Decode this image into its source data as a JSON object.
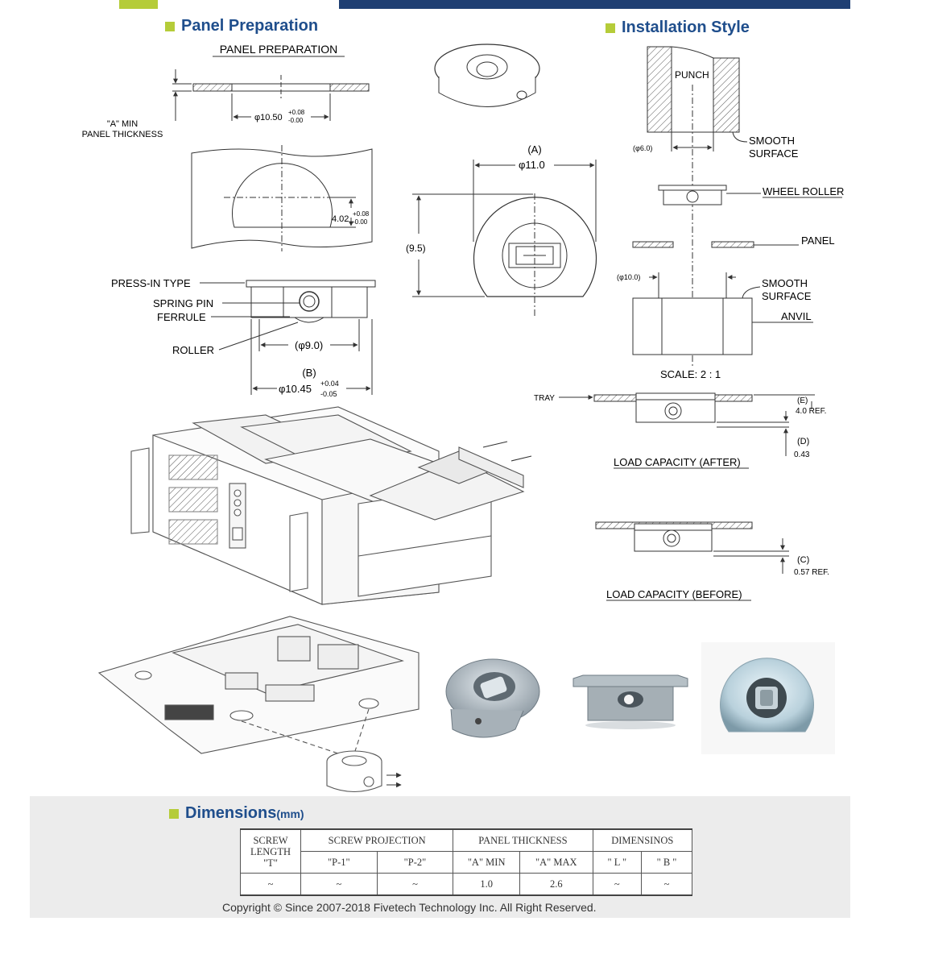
{
  "sections": {
    "panel_prep_title": "Panel Preparation",
    "install_title": "Installation Style",
    "dimensions_title": "Dimensions",
    "dimensions_unit": "(mm)"
  },
  "panel_prep": {
    "heading": "PANEL PREPARATION",
    "a_min_line1": "\"A\" MIN",
    "a_min_line2": "PANEL THICKNESS",
    "hole_dia": "φ10.50",
    "hole_tol_plus": "+0.08",
    "hole_tol_minus": "-0.00",
    "flat_dim": "4.02",
    "flat_tol_plus": "+0.08",
    "flat_tol_minus": "-0.00",
    "press_in": "PRESS-IN TYPE",
    "spring_pin": "SPRING PIN",
    "ferrule": "FERRULE",
    "roller": "ROLLER",
    "roller_dia": "(φ9.0)",
    "b_label": "(B)",
    "b_dia": "φ10.45",
    "b_tol_plus": "+0.04",
    "b_tol_minus": "-0.05"
  },
  "top_view": {
    "a_label": "(A)",
    "a_dia": "φ11.0",
    "height_dim": "(9.5)"
  },
  "install": {
    "punch": "PUNCH",
    "punch_dia": "(φ6.0)",
    "smooth_surface_1": "SMOOTH",
    "smooth_surface_2": "SURFACE",
    "wheel_roller": "WHEEL ROLLER",
    "panel": "PANEL",
    "anvil_dia": "(φ10.0)",
    "anvil": "ANVIL",
    "scale": "SCALE:  2 : 1",
    "tray": "TRAY",
    "e_label": "(E)",
    "e_value": "4.0 REF.",
    "d_label": "(D)",
    "d_value": "0.43",
    "load_after": "LOAD CAPACITY (AFTER)",
    "c_label": "(C)",
    "c_value": "0.57 REF.",
    "load_before": "LOAD CAPACITY (BEFORE)"
  },
  "table": {
    "headers": {
      "screw_length": [
        "SCREW",
        "LENGTH",
        "\"T\""
      ],
      "screw_projection": "SCREW PROJECTION",
      "panel_thickness": "PANEL THICKNESS",
      "dimensions": "DIMENSINOS"
    },
    "subheaders": [
      "\"P-1\"",
      "\"P-2\"",
      "\"A\" MIN",
      "\"A\" MAX",
      "\" L \"",
      "\" B \""
    ],
    "row": [
      "~",
      "~",
      "~",
      "1.0",
      "2.6",
      "~",
      "~"
    ]
  },
  "copyright": "Copyright © Since 2007-2018 Fivetech Technology Inc. All Right Reserved.",
  "colors": {
    "accent_green": "#b5cc39",
    "accent_blue": "#1f3f73",
    "title_blue": "#1f4e8c"
  }
}
